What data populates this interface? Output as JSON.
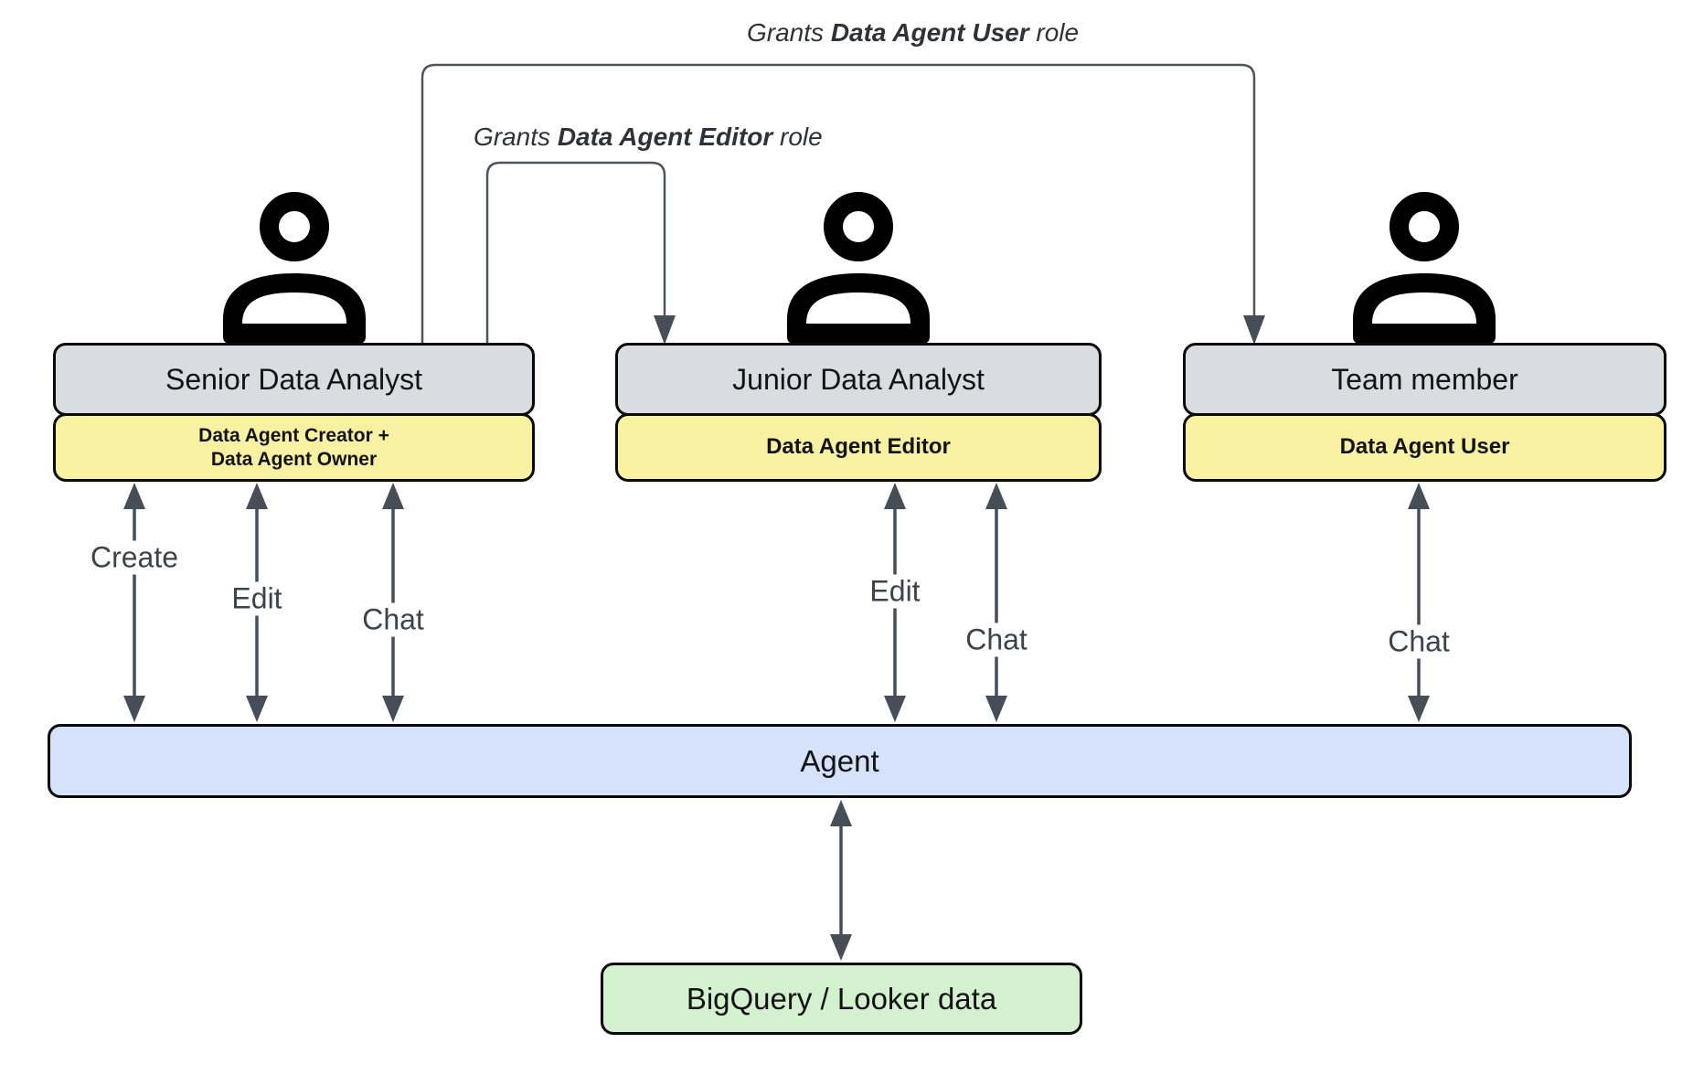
{
  "grants": [
    {
      "prefix": "Grants",
      "role": "Data Agent User",
      "suffix": "role"
    },
    {
      "prefix": "Grants",
      "role": "Data Agent Editor",
      "suffix": "role"
    }
  ],
  "actors": [
    {
      "title": "Senior Data Analyst",
      "role": "Data Agent Creator +\nData Agent Owner"
    },
    {
      "title": "Junior Data Analyst",
      "role": "Data Agent Editor"
    },
    {
      "title": "Team member",
      "role": "Data Agent User"
    }
  ],
  "actions": [
    {
      "label": "Create"
    },
    {
      "label": "Edit"
    },
    {
      "label": "Chat"
    },
    {
      "label": "Edit"
    },
    {
      "label": "Chat"
    },
    {
      "label": "Chat"
    }
  ],
  "agent": {
    "label": "Agent"
  },
  "datastore": {
    "label": "BigQuery / Looker data"
  },
  "colors": {
    "actor_fill": "#d9dce0",
    "role_fill": "#f8f1a2",
    "agent_fill": "#d6e2fa",
    "data_fill": "#d3f0cf",
    "border": "#0a0a0a",
    "connector": "#4d545c",
    "arrow": "#474e58"
  }
}
